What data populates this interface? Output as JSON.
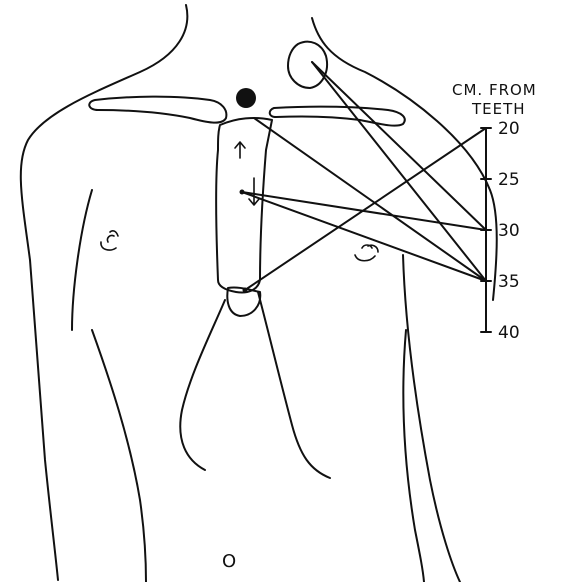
{
  "scale": {
    "title_line1": "CM. FROM",
    "title_line2": "TEETH",
    "unit": "cm",
    "ticks": [
      {
        "label": "20",
        "value": 20
      },
      {
        "label": "25",
        "value": 25
      },
      {
        "label": "30",
        "value": 30
      },
      {
        "label": "35",
        "value": 35
      },
      {
        "label": "40",
        "value": 40
      }
    ]
  },
  "connections": [
    {
      "from": "left-shoulder-lesion",
      "to_cm": 30
    },
    {
      "from": "left-shoulder-lesion",
      "to_cm": 35
    },
    {
      "from": "upper-esophagus-point",
      "to_cm": 35
    },
    {
      "from": "mid-esophagus-point",
      "to_cm": 30
    },
    {
      "from": "mid-esophagus-point",
      "to_cm": 35
    },
    {
      "from": "lower-esophagus-point",
      "to_cm": 20
    }
  ],
  "annotations": {
    "navel_mark": "O"
  },
  "colors": {
    "ink": "#111111",
    "paper": "#ffffff"
  }
}
